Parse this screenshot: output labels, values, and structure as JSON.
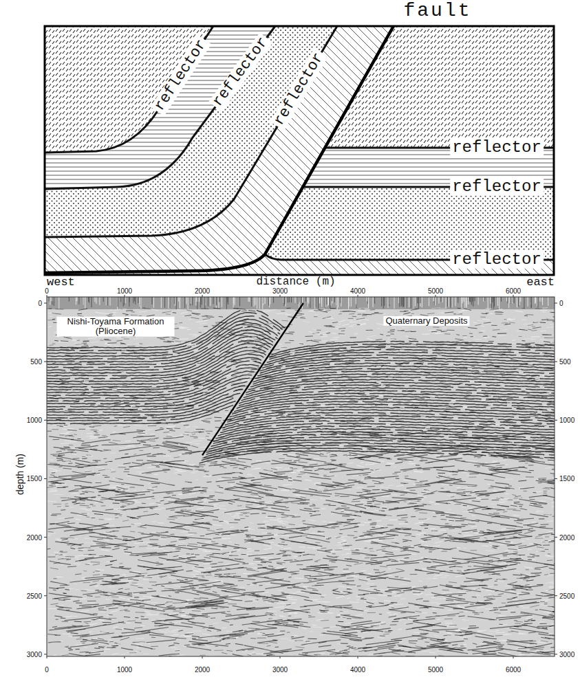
{
  "diagram": {
    "labels": [
      "fault",
      "reflector",
      "reflector",
      "reflector",
      "reflector",
      "reflector",
      "reflector",
      "west",
      "distance (m)",
      "east",
      "0",
      "1000",
      "2000",
      "3000",
      "4000",
      "5000",
      "6000",
      "0",
      "500",
      "1000",
      "1500",
      "2000",
      "2500",
      "3000",
      "0",
      "500",
      "1000",
      "1500",
      "2000",
      "2500",
      "3000",
      "depth (m)",
      "Nishi-Toyama Formation (Pliocene)",
      "Quaternary Deposits",
      "0",
      "1000",
      "2000",
      "3000",
      "4000",
      "5000",
      "6000"
    ]
  }
}
